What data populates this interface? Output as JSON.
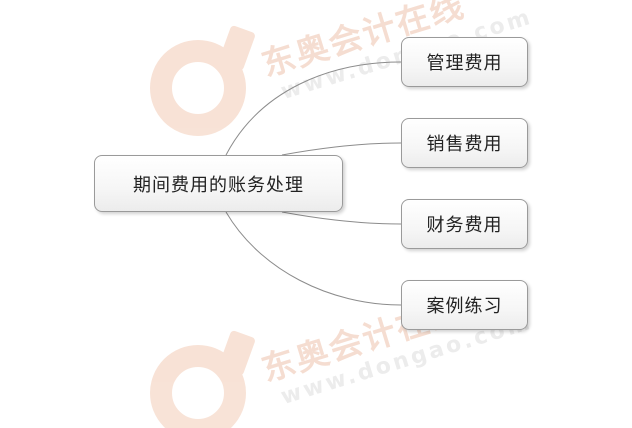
{
  "root": {
    "label": "期间费用的账务处理"
  },
  "children": [
    {
      "label": "管理费用"
    },
    {
      "label": "销售费用"
    },
    {
      "label": "财务费用"
    },
    {
      "label": "案例练习"
    }
  ],
  "watermark": {
    "text_cn": "东奥会计在线",
    "text_url": "www.dongao.com"
  },
  "colors": {
    "node_border": "#9a9a9a",
    "connector": "#8c8c8c",
    "watermark_logo": "#f6d9c9"
  }
}
